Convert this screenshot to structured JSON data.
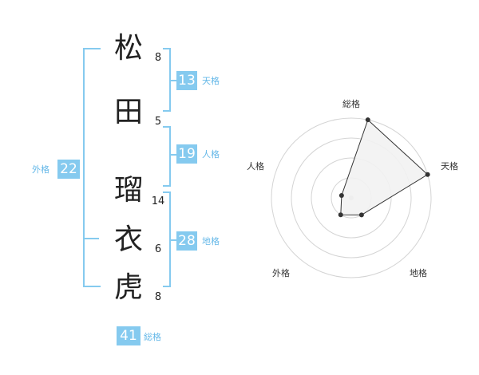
{
  "name": {
    "chars": [
      {
        "char": "松",
        "strokes": "8"
      },
      {
        "char": "田",
        "strokes": "5"
      },
      {
        "char": "瑠",
        "strokes": "14"
      },
      {
        "char": "衣",
        "strokes": "6"
      },
      {
        "char": "虎",
        "strokes": "8"
      }
    ]
  },
  "fortunes": {
    "tenkaku": {
      "value": "13",
      "label": "天格"
    },
    "jinkaku": {
      "value": "19",
      "label": "人格"
    },
    "chikaku": {
      "value": "28",
      "label": "地格"
    },
    "gaikaku": {
      "value": "22",
      "label": "外格"
    },
    "soukaku": {
      "value": "41",
      "label": "総格"
    }
  },
  "chart_data": {
    "type": "radar",
    "axes": [
      "総格",
      "天格",
      "地格",
      "外格",
      "人格"
    ],
    "values": [
      4,
      4,
      1,
      1,
      0.5
    ],
    "max": 4,
    "rings": 4,
    "colors": {
      "fill": "#f2f2f2",
      "line": "#333333",
      "grid": "#d4d4d4",
      "center": "#cccccc"
    }
  }
}
